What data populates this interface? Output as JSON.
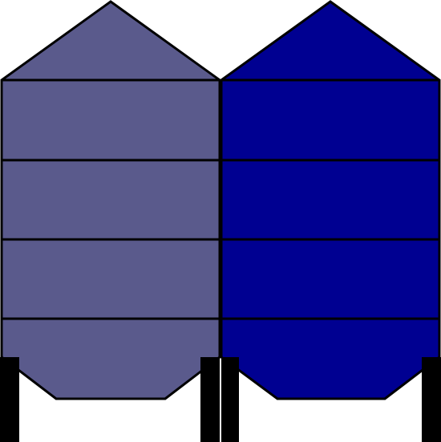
{
  "illustration": {
    "silos": [
      {
        "id": "left",
        "body_color": "#5a5a8c",
        "band_count": 5
      },
      {
        "id": "right",
        "body_color": "#000091",
        "band_count": 5
      }
    ],
    "outline_color": "#000000",
    "leg_color": "#000000",
    "background_color": "#ffffff"
  }
}
